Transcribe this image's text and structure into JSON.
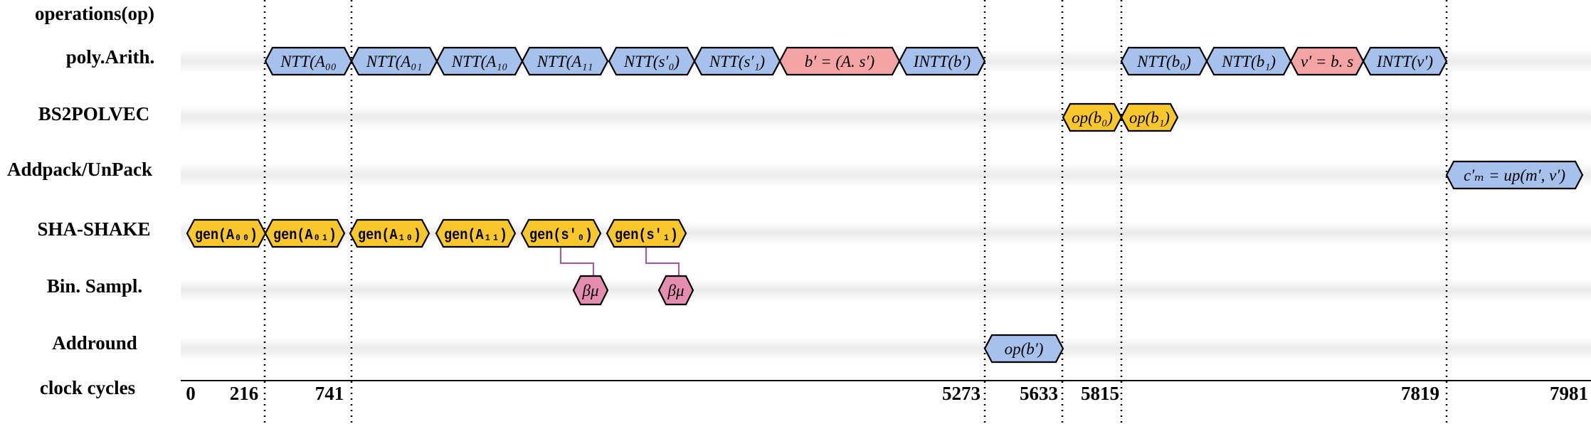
{
  "colors": {
    "blue": "#a6c1ec",
    "yellow": "#f8c72c",
    "red": "#f4a4a4",
    "pink": "#e58db0",
    "link": "#9b5fa8"
  },
  "header_label": "operations(op)",
  "rows": [
    {
      "id": "poly",
      "label": "poly.Arith."
    },
    {
      "id": "bs2",
      "label": "BS2POLVEC"
    },
    {
      "id": "addpack",
      "label": "Addpack/UnPack"
    },
    {
      "id": "sha",
      "label": "SHA-SHAKE"
    },
    {
      "id": "bin",
      "label": "Bin. Sampl."
    },
    {
      "id": "addround",
      "label": "Addround"
    }
  ],
  "axis_label": "clock cycles",
  "cycle_ticks": [
    "0",
    "216",
    "741",
    "5273",
    "5633",
    "5815",
    "7819",
    "7981"
  ],
  "ops": [
    {
      "row": "poly",
      "text": "NTT(A₀₀",
      "color": "blue"
    },
    {
      "row": "poly",
      "text": "NTT(A₀₁",
      "color": "blue"
    },
    {
      "row": "poly",
      "text": "NTT(A₁₀",
      "color": "blue"
    },
    {
      "row": "poly",
      "text": "NTT(A₁₁",
      "color": "blue"
    },
    {
      "row": "poly",
      "text": "NTT(s′₀)",
      "color": "blue"
    },
    {
      "row": "poly",
      "text": "NTT(s′₁)",
      "color": "blue"
    },
    {
      "row": "poly",
      "text": "b′ = (A. s′)",
      "color": "red"
    },
    {
      "row": "poly",
      "text": "INTT(b′)",
      "color": "blue"
    },
    {
      "row": "poly",
      "text": "NTT(b₀)",
      "color": "blue"
    },
    {
      "row": "poly",
      "text": "NTT(b₁)",
      "color": "blue"
    },
    {
      "row": "poly",
      "text": "v′ = b. s",
      "color": "red"
    },
    {
      "row": "poly",
      "text": "INTT(v′)",
      "color": "blue"
    },
    {
      "row": "bs2",
      "text": "op(b₀)",
      "color": "yellow"
    },
    {
      "row": "bs2",
      "text": "op(b₁)",
      "color": "yellow"
    },
    {
      "row": "addpack",
      "text": "c′ₘ = up(m′, v′)",
      "color": "blue"
    },
    {
      "row": "sha",
      "text": "gen(A₀₀)",
      "color": "yellow",
      "mono": true
    },
    {
      "row": "sha",
      "text": "gen(A₀₁)",
      "color": "yellow",
      "mono": true
    },
    {
      "row": "sha",
      "text": "gen(A₁₀)",
      "color": "yellow",
      "mono": true
    },
    {
      "row": "sha",
      "text": "gen(A₁₁)",
      "color": "yellow",
      "mono": true
    },
    {
      "row": "sha",
      "text": "gen(s′₀)",
      "color": "yellow",
      "mono": true
    },
    {
      "row": "sha",
      "text": "gen(s′₁)",
      "color": "yellow",
      "mono": true
    },
    {
      "row": "bin",
      "text": "βμ",
      "color": "pink"
    },
    {
      "row": "bin",
      "text": "βμ",
      "color": "pink"
    },
    {
      "row": "addround",
      "text": "op(b′)",
      "color": "blue"
    }
  ]
}
